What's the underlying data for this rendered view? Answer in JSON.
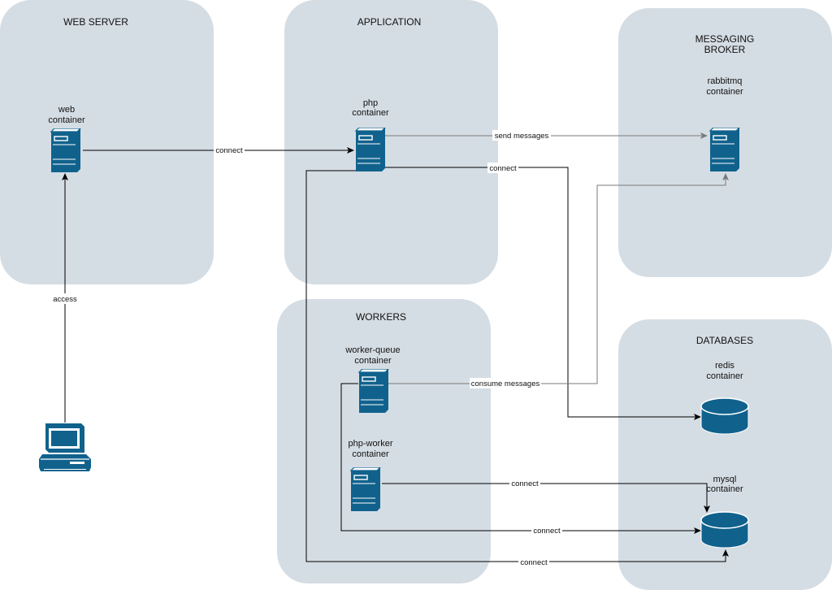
{
  "groups": {
    "web_server": "WEB SERVER",
    "application": "APPLICATION",
    "messaging_line1": "MESSAGING",
    "messaging_line2": "BROKER",
    "workers": "WORKERS",
    "databases": "DATABASES"
  },
  "nodes": {
    "web": {
      "line1": "web",
      "line2": "container"
    },
    "php": {
      "line1": "php",
      "line2": "container"
    },
    "rabbitmq": {
      "line1": "rabbitmq",
      "line2": "container"
    },
    "worker_queue": {
      "line1": "worker-queue",
      "line2": "container"
    },
    "php_worker": {
      "line1": "php-worker",
      "line2": "container"
    },
    "redis": {
      "line1": "redis",
      "line2": "container"
    },
    "mysql": {
      "line1": "mysql",
      "line2": "container"
    }
  },
  "edges": {
    "access": "access",
    "web_to_php": "connect",
    "php_to_rabbit": "send messages",
    "php_to_redis": "connect",
    "worker_consume": "consume messages",
    "phpworker_to_mysql": "connect",
    "workerqueue_to_mysql": "connect",
    "php_to_mysql": "connect"
  },
  "colors": {
    "group_fill": "#d5dde4",
    "icon": "#10628d",
    "line": "#000000",
    "line_gray": "#7a7a7a"
  }
}
